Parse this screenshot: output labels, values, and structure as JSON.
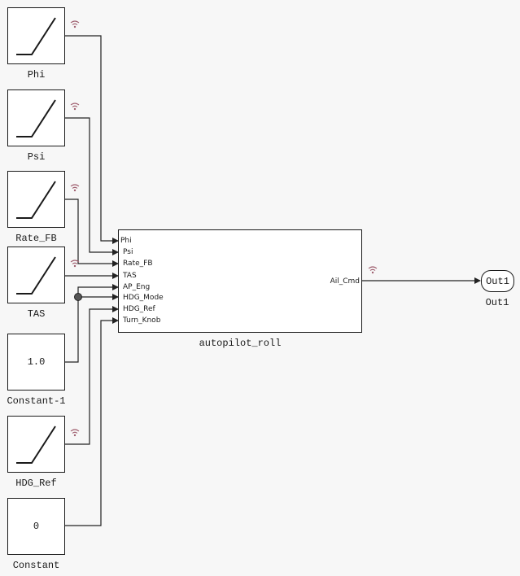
{
  "source_blocks": [
    {
      "name": "Phi",
      "kind": "ramp",
      "logged": true
    },
    {
      "name": "Psi",
      "kind": "ramp",
      "logged": true
    },
    {
      "name": "Rate_FB",
      "kind": "ramp",
      "logged": true
    },
    {
      "name": "TAS",
      "kind": "ramp",
      "logged": true
    },
    {
      "name": "Constant-1",
      "kind": "constant",
      "value": "1.0",
      "logged": false
    },
    {
      "name": "HDG_Ref",
      "kind": "ramp",
      "logged": true
    },
    {
      "name": "Constant",
      "kind": "constant",
      "value": "0",
      "logged": false
    }
  ],
  "subsystem": {
    "name": "autopilot_roll",
    "inputs": [
      "Phi",
      "Psi",
      "Rate_FB",
      "TAS",
      "AP_Eng",
      "HDG_Mode",
      "HDG_Ref",
      "Turn_Knob"
    ],
    "outputs": [
      "Ail_Cmd"
    ],
    "output_logged": true
  },
  "outport": {
    "value": "Out1",
    "name": "Out1"
  },
  "colors": {
    "wire": "#222222",
    "block_border": "#1a1a1a",
    "signal_log_icon": "#a06070",
    "background": "#f7f7f7"
  },
  "icons": {
    "ramp": "ramp-icon",
    "signal_log": "wifi-icon"
  }
}
